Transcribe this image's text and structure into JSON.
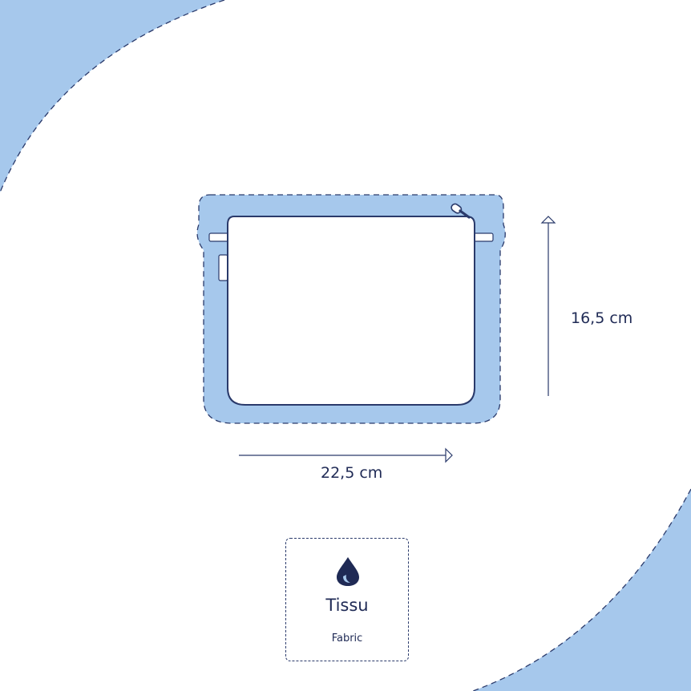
{
  "dimensions": {
    "width_label": "22,5 cm",
    "height_label": "16,5 cm"
  },
  "material": {
    "name": "Tissu",
    "subtitle": "Fabric",
    "icon": "water-drop-icon"
  },
  "colors": {
    "background": "#ffffff",
    "accent": "#a6c8ec",
    "outline": "#2a3a6b",
    "text": "#1f2a55"
  }
}
